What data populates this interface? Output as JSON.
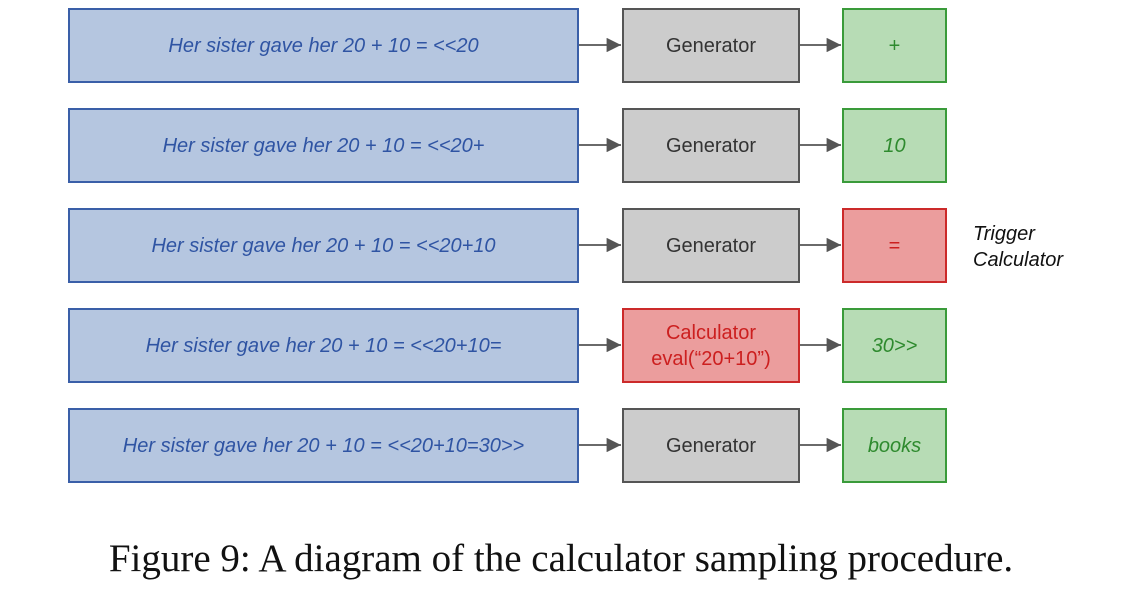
{
  "rows": [
    {
      "input": "Her sister gave her 20 + 10 = <<20",
      "process": "Generator",
      "output": "+"
    },
    {
      "input": "Her sister gave her 20 + 10 = <<20+",
      "process": "Generator",
      "output": "10"
    },
    {
      "input": "Her sister gave her 20 + 10 = <<20+10",
      "process": "Generator",
      "output": "="
    },
    {
      "input": "Her sister gave her 20 + 10 = <<20+10=",
      "process_line1": "Calculator",
      "process_line2": "eval(“20+10”)",
      "output": "30>>"
    },
    {
      "input": "Her sister gave her 20 + 10 = <<20+10=30>>",
      "process": "Generator",
      "output": "books"
    }
  ],
  "trigger_note": {
    "line1": "Trigger",
    "line2": "Calculator"
  },
  "caption": "Figure 9: A diagram of the calculator sampling procedure.",
  "colors": {
    "input_fill": "#b5c6e0",
    "input_border": "#3a5fa8",
    "generator_fill": "#cccccc",
    "generator_border": "#555555",
    "output_fill": "#b7dcb5",
    "output_border": "#3a9b3a",
    "highlight_fill": "#eb9d9d",
    "highlight_border": "#cc2a2a",
    "arrow": "#555555"
  }
}
